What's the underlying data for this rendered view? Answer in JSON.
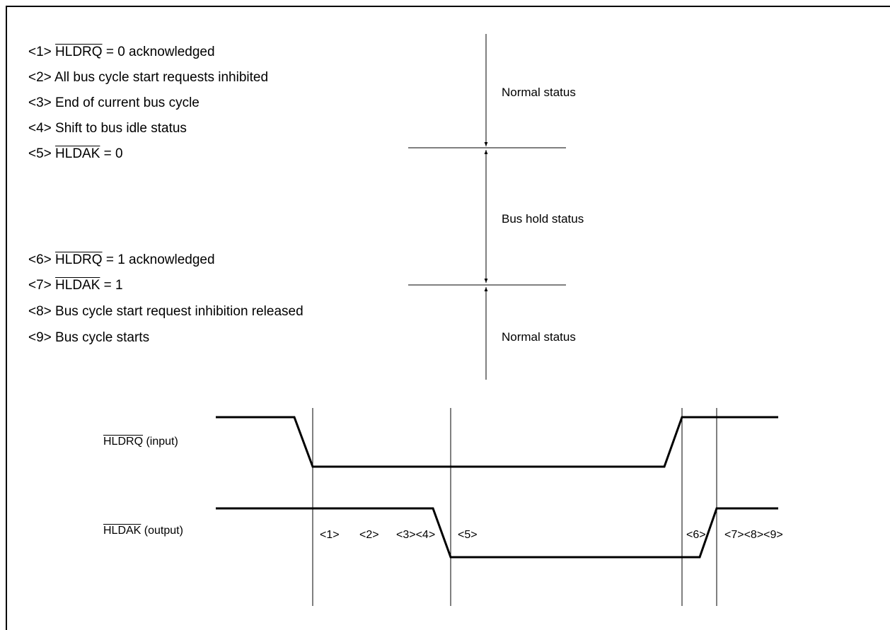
{
  "steps": [
    {
      "num": "<1>",
      "over": "HLDRQ",
      "text": " = 0 acknowledged"
    },
    {
      "num": "<2>",
      "over": "",
      "text": "All bus cycle start requests inhibited"
    },
    {
      "num": "<3>",
      "over": "",
      "text": "End of current bus cycle"
    },
    {
      "num": "<4>",
      "over": "",
      "text": "Shift to bus idle status"
    },
    {
      "num": "<5>",
      "over": "HLDAK",
      "text": " = 0"
    },
    {
      "num": "<6>",
      "over": "HLDRQ",
      "text": " = 1 acknowledged"
    },
    {
      "num": "<7>",
      "over": "HLDAK",
      "text": " = 1"
    },
    {
      "num": "<8>",
      "over": "",
      "text": "Bus cycle start request inhibition released"
    },
    {
      "num": "<9>",
      "over": "",
      "text": "Bus cycle starts"
    }
  ],
  "states": {
    "normal_top": "Normal status",
    "bus_hold": "Bus hold status",
    "normal_bottom": "Normal status"
  },
  "signals": {
    "hldrq": {
      "name": "HLDRQ",
      "suffix": " (input)"
    },
    "hldak": {
      "name": "HLDAK",
      "suffix": " (output)"
    }
  },
  "markers": {
    "m1": "<1>",
    "m2": "<2>",
    "m34": "<3><4>",
    "m5": "<5>",
    "m6": "<6>",
    "m789": "<7><8><9>"
  },
  "colors": {
    "line": "#000000",
    "background": "#ffffff"
  }
}
